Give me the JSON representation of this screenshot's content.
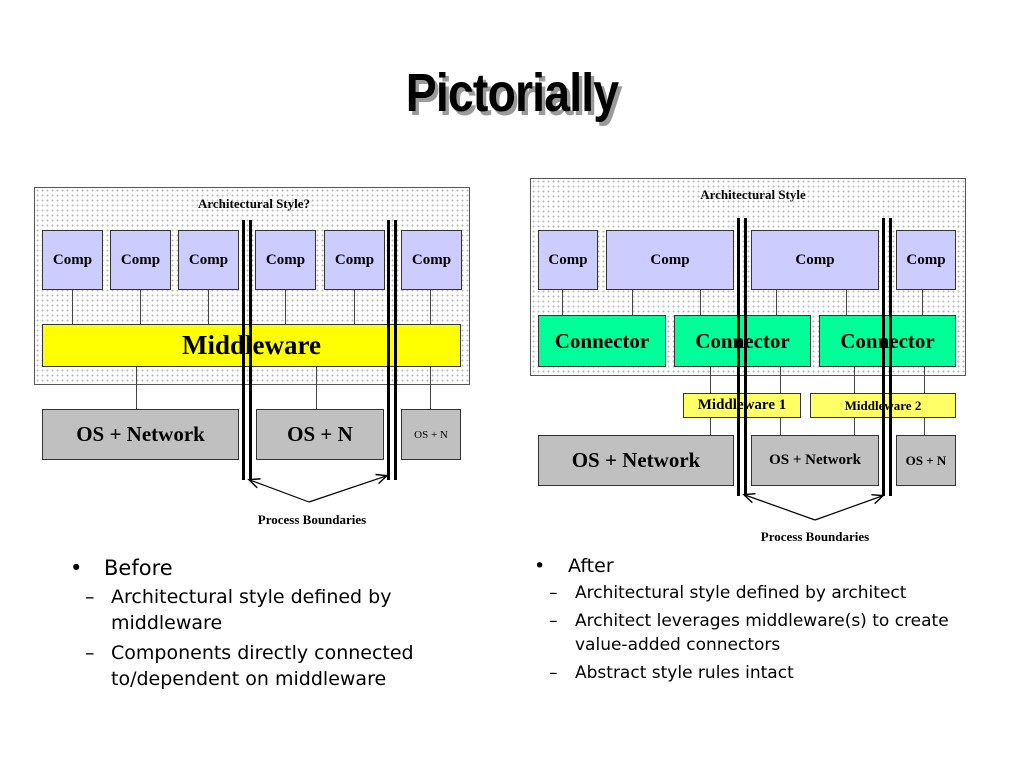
{
  "title": "Pictorially",
  "left": {
    "style_label": "Architectural Style?",
    "comps": [
      "Comp",
      "Comp",
      "Comp",
      "Comp",
      "Comp",
      "Comp"
    ],
    "middleware": "Middleware",
    "os": [
      "OS + Network",
      "OS + N",
      "OS + N"
    ],
    "process_label": "Process Boundaries"
  },
  "right": {
    "style_label": "Architectural Style",
    "comps": [
      "Comp",
      "Comp",
      "Comp",
      "Comp"
    ],
    "connectors": [
      "Connector",
      "Connector",
      "Connector"
    ],
    "middlewares": [
      "Middleware 1",
      "Middleware 2"
    ],
    "os": [
      "OS + Network",
      "OS + Network",
      "OS + N"
    ],
    "process_label": "Process Boundaries"
  },
  "before": {
    "heading": "Before",
    "items": [
      "Architectural style defined by middleware",
      "Components directly connected to/dependent on middleware"
    ]
  },
  "after": {
    "heading": "After",
    "items": [
      "Architectural style defined by architect",
      "Architect leverages middleware(s) to create value-added connectors",
      "Abstract style rules intact"
    ]
  }
}
